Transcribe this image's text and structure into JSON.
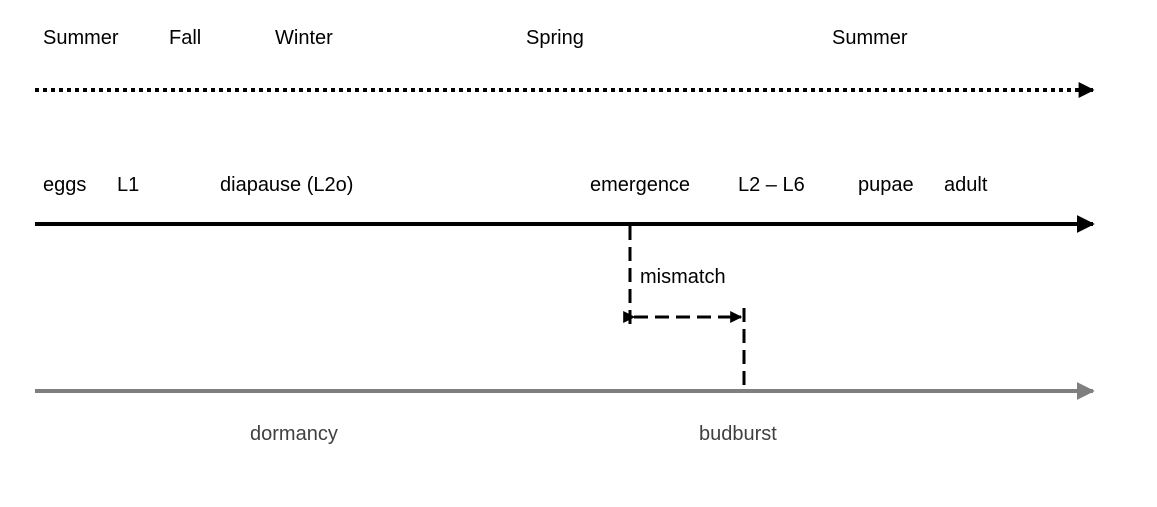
{
  "seasons": [
    "Summer",
    "Fall",
    "Winter",
    "Spring",
    "Summer"
  ],
  "insect_stages": [
    "eggs",
    "L1",
    "diapause (L2o)",
    "emergence",
    "L2 – L6",
    "pupae",
    "adult"
  ],
  "mismatch_label": "mismatch",
  "host_stages": [
    "dormancy",
    "budburst"
  ],
  "colors": {
    "season_arrow": "#000000",
    "insect_arrow": "#000000",
    "host_arrow": "#7f7f7f",
    "mismatch": "#000000",
    "host_text": "#404040"
  }
}
